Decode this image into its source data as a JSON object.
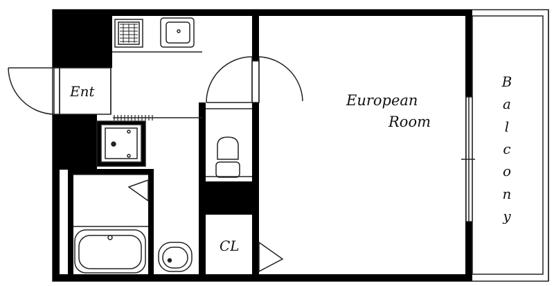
{
  "plan": {
    "entrance_label": "Ent",
    "main_room_label_line1": "European",
    "main_room_label_line2": "Room",
    "closet_label": "CL",
    "balcony_label": "Balcony"
  },
  "colors": {
    "wall": "#000000",
    "line": "#222222",
    "background": "#ffffff"
  },
  "icons": [
    "door-swing-icon",
    "stove-icon",
    "sink-icon",
    "washer-icon",
    "toilet-icon",
    "bathtub-icon",
    "washbasin-icon"
  ]
}
